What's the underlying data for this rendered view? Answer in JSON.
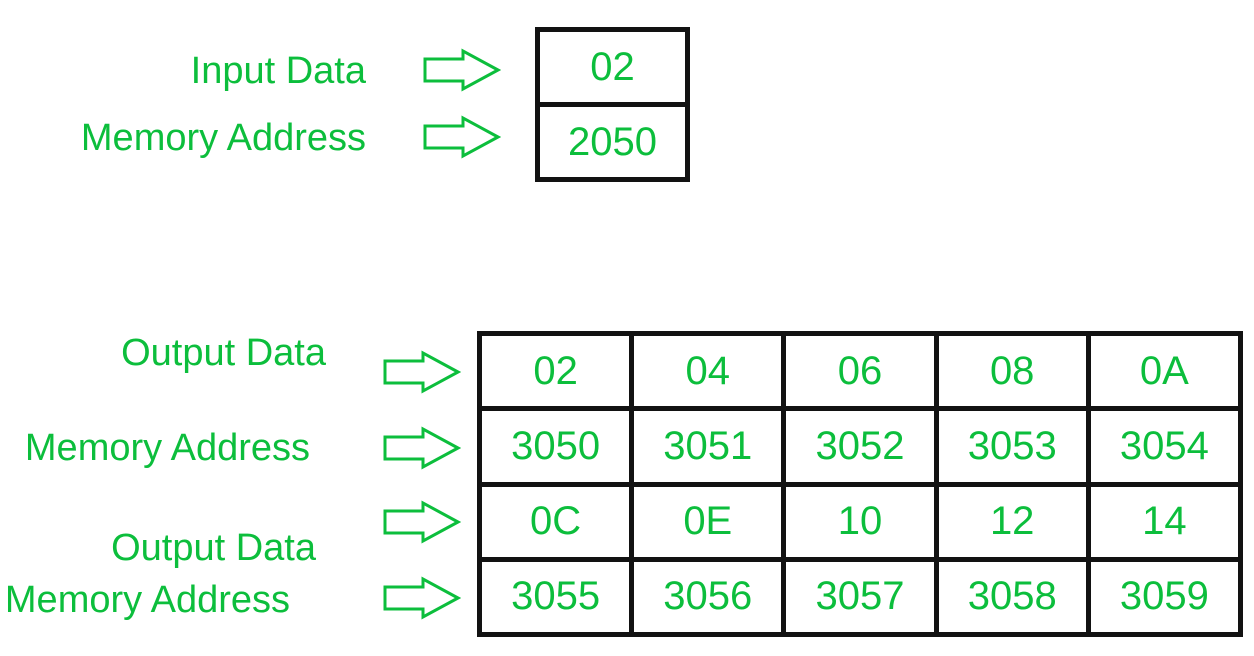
{
  "colors": {
    "accent_green": "#0cbe3c",
    "line_black": "#121212",
    "background": "#ffffff"
  },
  "icons": {
    "right_arrow": "rightwards outlined arrow"
  },
  "input_section": {
    "rows": [
      {
        "label": "Input Data",
        "value": "02"
      },
      {
        "label": "Memory Address",
        "value": "2050"
      }
    ]
  },
  "output_section": {
    "row_labels": [
      "Output Data",
      "Memory Address",
      "Output Data",
      "Memory Address"
    ],
    "memory_table": {
      "rows": [
        [
          "02",
          "04",
          "06",
          "08",
          "0A"
        ],
        [
          "3050",
          "3051",
          "3052",
          "3053",
          "3054"
        ],
        [
          "0C",
          "0E",
          "10",
          "12",
          "14"
        ],
        [
          "3055",
          "3056",
          "3057",
          "3058",
          "3059"
        ]
      ]
    }
  }
}
